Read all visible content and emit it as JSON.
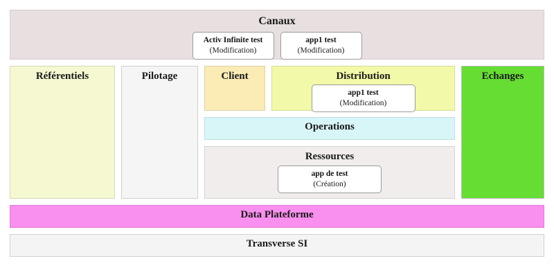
{
  "diagram": {
    "canaux": {
      "title": "Canaux",
      "apps": [
        {
          "name": "Activ Infinite test",
          "state": "(Modification)"
        },
        {
          "name": "app1 test",
          "state": "(Modification)"
        }
      ]
    },
    "referentiels": {
      "title": "Référentiels",
      "apps": []
    },
    "pilotage": {
      "title": "Pilotage",
      "apps": []
    },
    "client": {
      "title": "Client",
      "apps": []
    },
    "distribution": {
      "title": "Distribution",
      "apps": [
        {
          "name": "app1 test",
          "state": "(Modification)"
        }
      ]
    },
    "operations": {
      "title": "Operations",
      "apps": []
    },
    "ressources": {
      "title": "Ressources",
      "apps": [
        {
          "name": "app de test",
          "state": "(Création)"
        }
      ]
    },
    "echanges": {
      "title": "Echanges",
      "apps": []
    },
    "data_plateforme": {
      "title": "Data Plateforme"
    },
    "transverse_si": {
      "title": "Transverse SI"
    }
  },
  "colors": {
    "canaux": "#e8e0e0",
    "referentiels": "#f5f8d0",
    "pilotage": "#f5f5f5",
    "client": "#fbebb5",
    "distribution": "#f2f9a8",
    "operations": "#d8f5f8",
    "ressources": "#f2eded",
    "echanges": "#66dd33",
    "data_plateforme": "#f98fee",
    "transverse_si": "#f4f4f4",
    "card_background": "#ffffff",
    "card_border": "#9a9a9a",
    "text": "#1a1a1a"
  }
}
